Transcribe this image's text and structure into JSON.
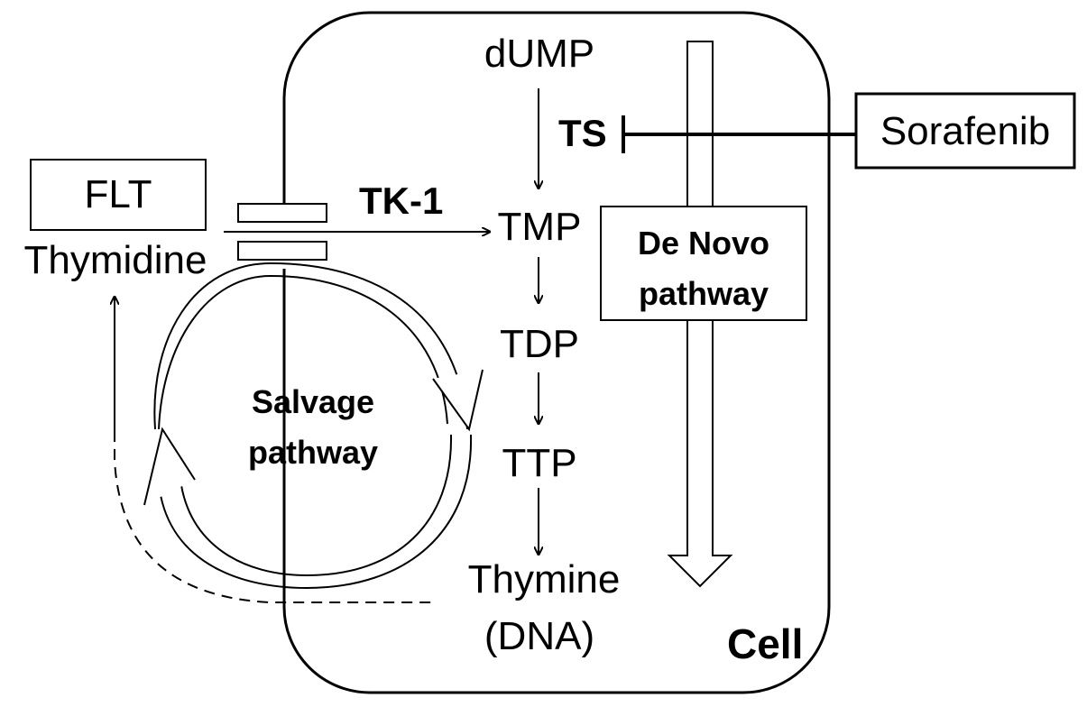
{
  "cell_label": "Cell",
  "metabolites": {
    "dump": "dUMP",
    "tmp": "TMP",
    "tdp": "TDP",
    "ttp": "TTP",
    "thymine": "Thymine",
    "dna": "(DNA)"
  },
  "enzymes": {
    "ts": "TS",
    "tk1": "TK-1"
  },
  "drug": "Sorafenib",
  "tracer": "FLT",
  "substrate": "Thymidine",
  "de_novo_label": [
    "De Novo",
    "pathway"
  ],
  "salvage_label": [
    "Salvage",
    "pathway"
  ]
}
